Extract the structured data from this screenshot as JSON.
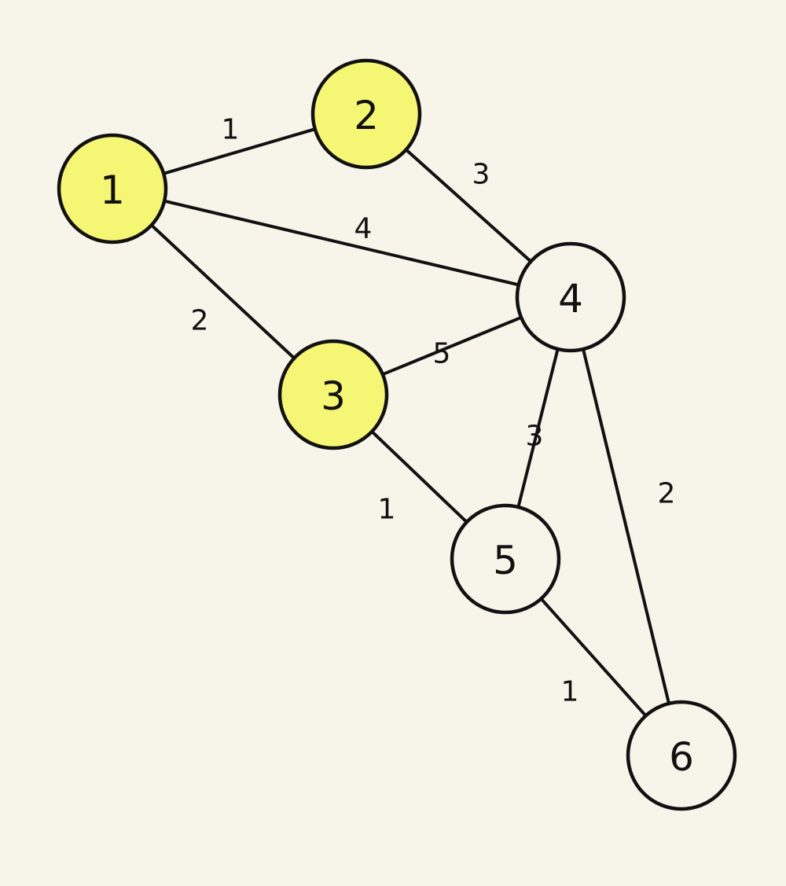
{
  "graph": {
    "colors": {
      "background": "#f7f5ea",
      "highlight": "#f6f675",
      "plain": "#f7f5ea",
      "stroke": "#111111"
    },
    "nodes": [
      {
        "id": "1",
        "label": "1",
        "highlighted": true
      },
      {
        "id": "2",
        "label": "2",
        "highlighted": true
      },
      {
        "id": "3",
        "label": "3",
        "highlighted": true
      },
      {
        "id": "4",
        "label": "4",
        "highlighted": false
      },
      {
        "id": "5",
        "label": "5",
        "highlighted": false
      },
      {
        "id": "6",
        "label": "6",
        "highlighted": false
      }
    ],
    "edges": [
      {
        "from": "1",
        "to": "2",
        "weight": "1"
      },
      {
        "from": "2",
        "to": "4",
        "weight": "3"
      },
      {
        "from": "1",
        "to": "4",
        "weight": "4"
      },
      {
        "from": "1",
        "to": "3",
        "weight": "2"
      },
      {
        "from": "3",
        "to": "4",
        "weight": "5"
      },
      {
        "from": "4",
        "to": "5",
        "weight": "3"
      },
      {
        "from": "4",
        "to": "6",
        "weight": "2"
      },
      {
        "from": "3",
        "to": "5",
        "weight": "1"
      },
      {
        "from": "5",
        "to": "6",
        "weight": "1"
      }
    ]
  }
}
